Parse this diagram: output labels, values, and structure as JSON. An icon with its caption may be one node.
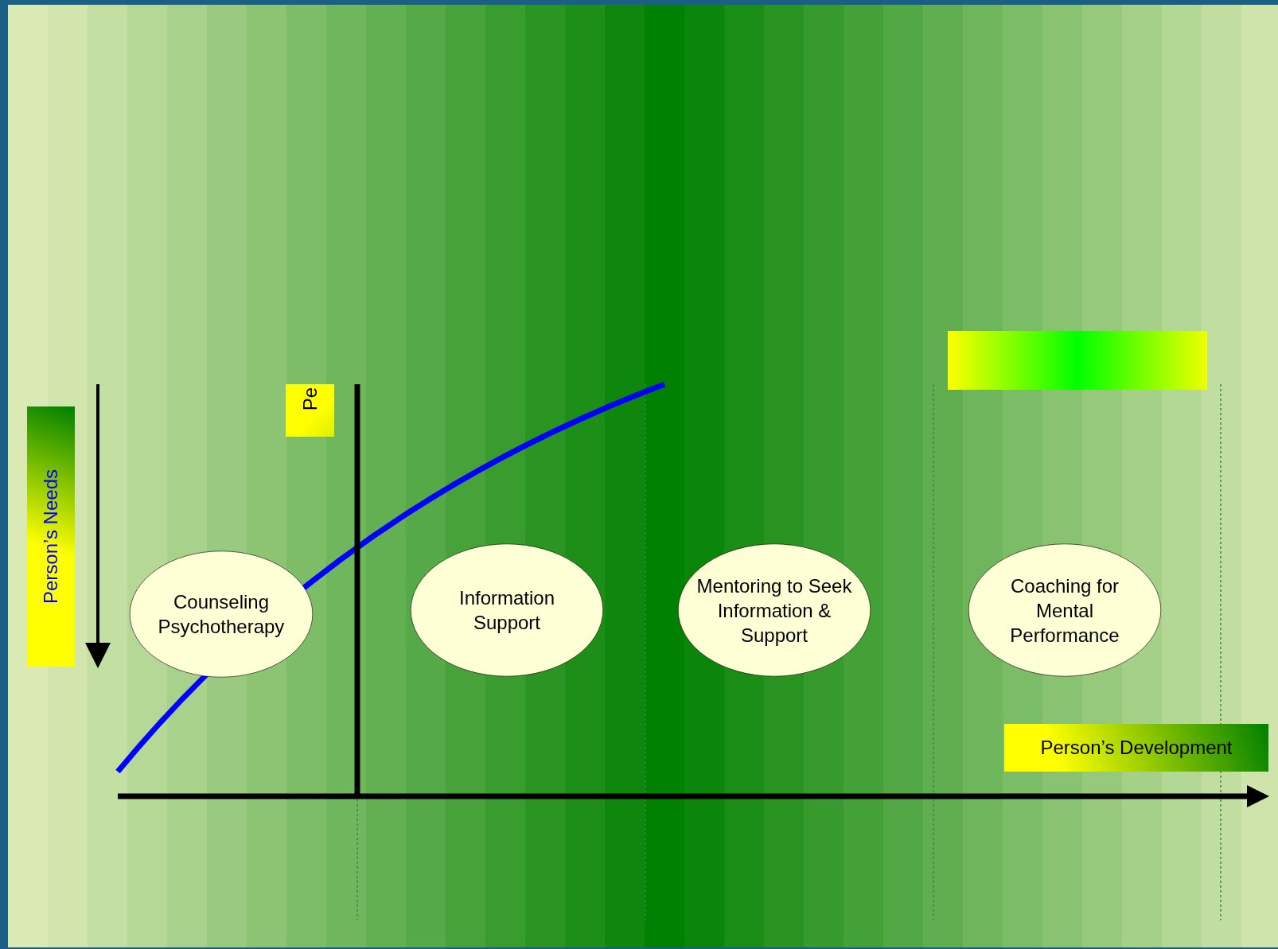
{
  "diagram": {
    "nodes": [
      {
        "text": [
          "Counseling Psychotherapy"
        ]
      },
      {
        "text": [
          "Information Support"
        ]
      },
      {
        "text": [
          "Mentoring to Seek Information & Support"
        ]
      },
      {
        "text": [
          "Coaching for Mental Performance"
        ]
      },
      {
        "text": [],
        "shape": "bar"
      }
    ],
    "labels": [
      "Person’s Needs",
      "Pe",
      "Person’s Development"
    ]
  }
}
